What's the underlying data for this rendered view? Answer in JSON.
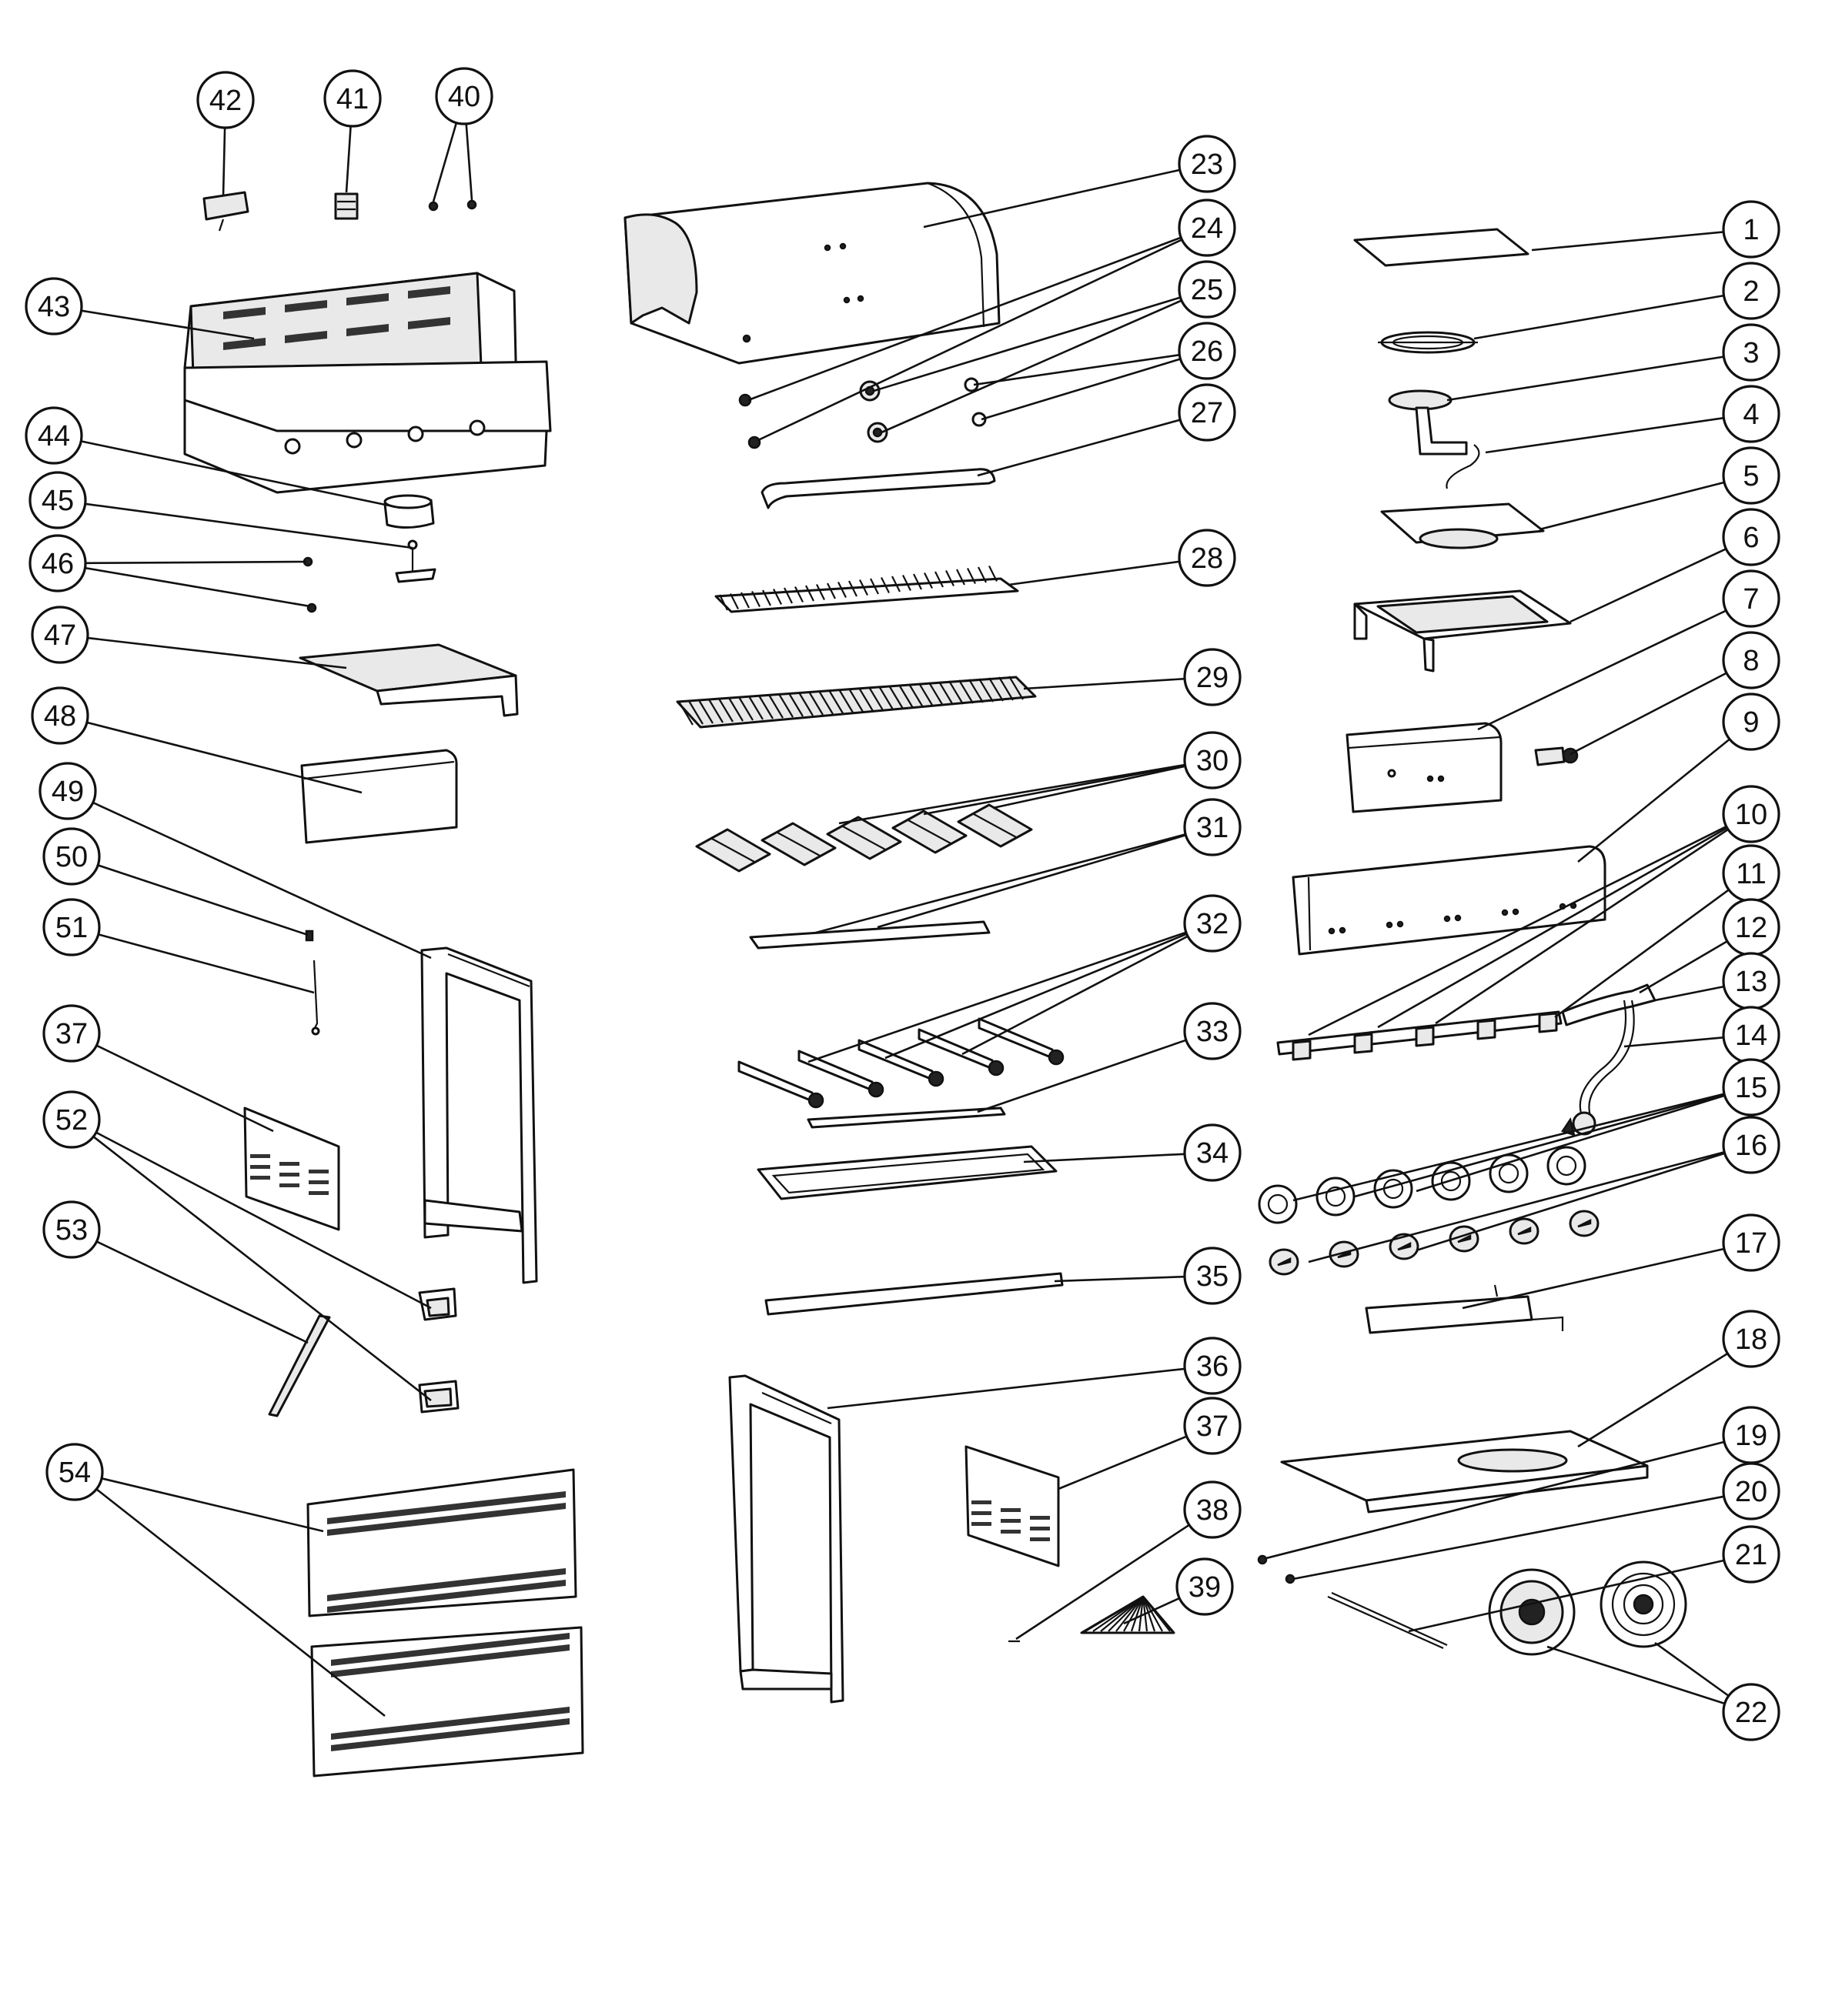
{
  "diagram": {
    "callouts": [
      {
        "id": "c1",
        "label": "1"
      },
      {
        "id": "c2",
        "label": "2"
      },
      {
        "id": "c3",
        "label": "3"
      },
      {
        "id": "c4",
        "label": "4"
      },
      {
        "id": "c5",
        "label": "5"
      },
      {
        "id": "c6",
        "label": "6"
      },
      {
        "id": "c7",
        "label": "7"
      },
      {
        "id": "c8",
        "label": "8"
      },
      {
        "id": "c9",
        "label": "9"
      },
      {
        "id": "c10",
        "label": "10"
      },
      {
        "id": "c11",
        "label": "11"
      },
      {
        "id": "c12",
        "label": "12"
      },
      {
        "id": "c13",
        "label": "13"
      },
      {
        "id": "c14",
        "label": "14"
      },
      {
        "id": "c15",
        "label": "15"
      },
      {
        "id": "c16",
        "label": "16"
      },
      {
        "id": "c17",
        "label": "17"
      },
      {
        "id": "c18",
        "label": "18"
      },
      {
        "id": "c19",
        "label": "19"
      },
      {
        "id": "c20",
        "label": "20"
      },
      {
        "id": "c21",
        "label": "21"
      },
      {
        "id": "c22",
        "label": "22"
      },
      {
        "id": "c23",
        "label": "23"
      },
      {
        "id": "c24",
        "label": "24"
      },
      {
        "id": "c25",
        "label": "25"
      },
      {
        "id": "c26",
        "label": "26"
      },
      {
        "id": "c27",
        "label": "27"
      },
      {
        "id": "c28",
        "label": "28"
      },
      {
        "id": "c29",
        "label": "29"
      },
      {
        "id": "c30",
        "label": "30"
      },
      {
        "id": "c31",
        "label": "31"
      },
      {
        "id": "c32",
        "label": "32"
      },
      {
        "id": "c33",
        "label": "33"
      },
      {
        "id": "c34",
        "label": "34"
      },
      {
        "id": "c35",
        "label": "35"
      },
      {
        "id": "c36",
        "label": "36"
      },
      {
        "id": "c37b",
        "label": "37"
      },
      {
        "id": "c38",
        "label": "38"
      },
      {
        "id": "c39",
        "label": "39"
      },
      {
        "id": "c40",
        "label": "40"
      },
      {
        "id": "c41",
        "label": "41"
      },
      {
        "id": "c42",
        "label": "42"
      },
      {
        "id": "c43",
        "label": "43"
      },
      {
        "id": "c44",
        "label": "44"
      },
      {
        "id": "c45",
        "label": "45"
      },
      {
        "id": "c46",
        "label": "46"
      },
      {
        "id": "c47",
        "label": "47"
      },
      {
        "id": "c48",
        "label": "48"
      },
      {
        "id": "c49",
        "label": "49"
      },
      {
        "id": "c50",
        "label": "50"
      },
      {
        "id": "c51",
        "label": "51"
      },
      {
        "id": "c37a",
        "label": "37"
      },
      {
        "id": "c52",
        "label": "52"
      },
      {
        "id": "c53",
        "label": "53"
      },
      {
        "id": "c54",
        "label": "54"
      }
    ]
  }
}
